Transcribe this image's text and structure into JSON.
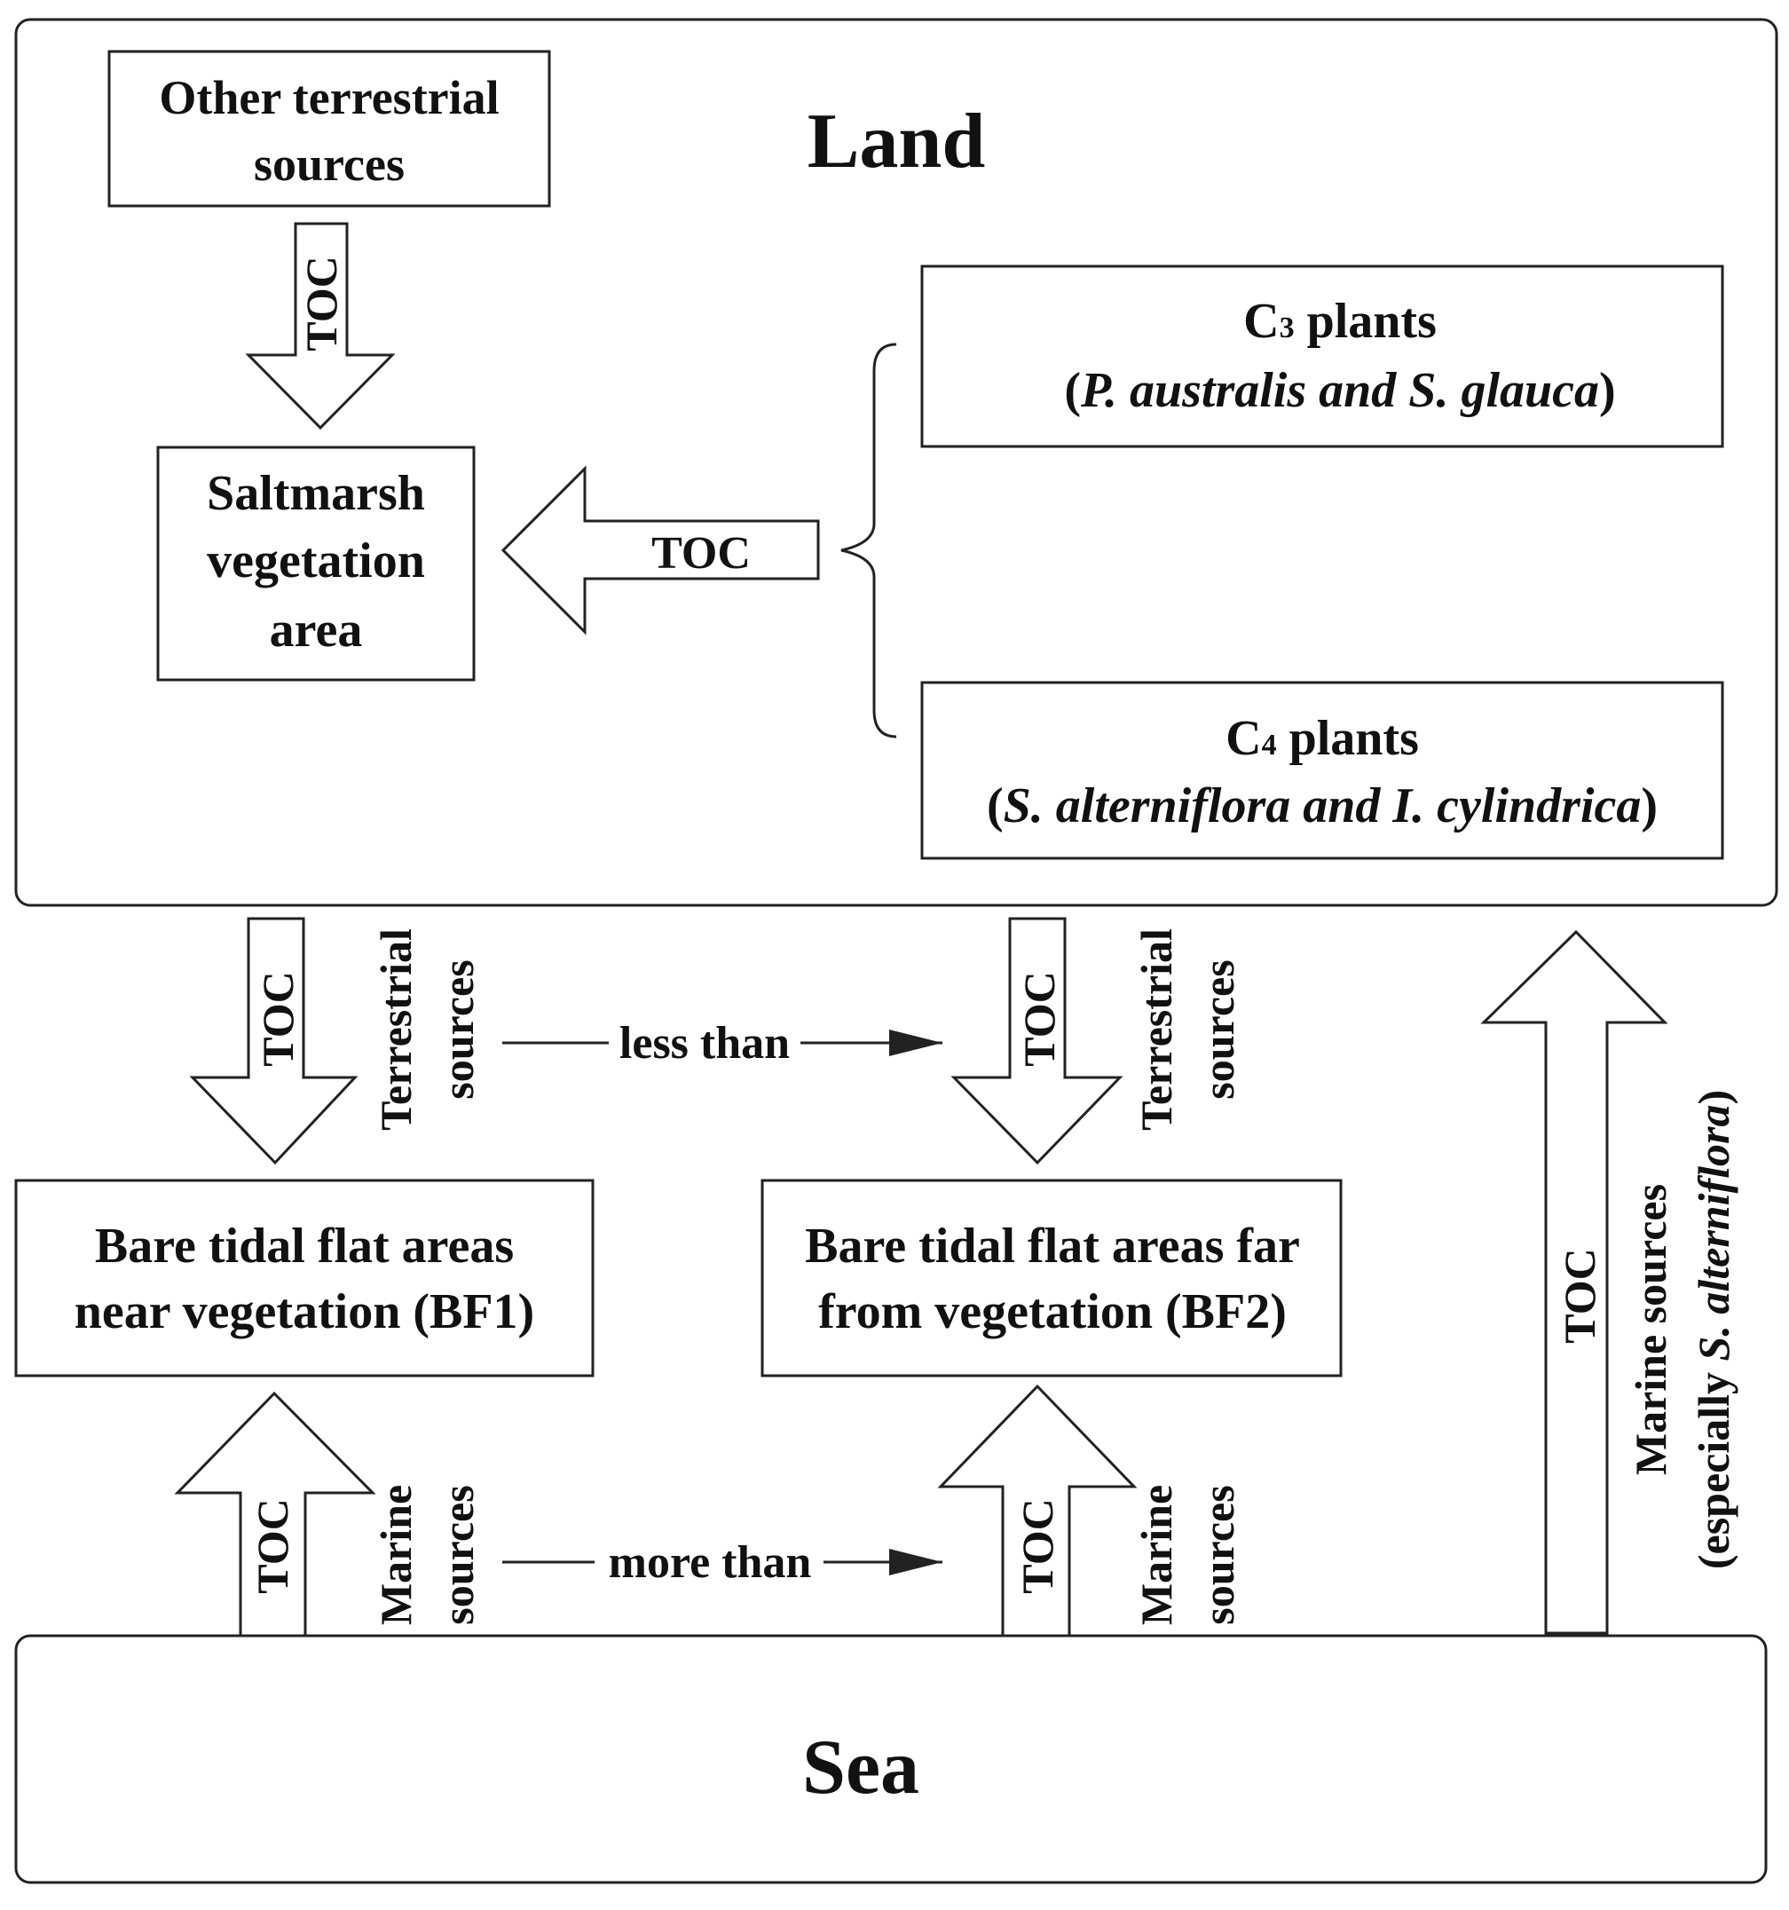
{
  "regions": {
    "land": "Land",
    "sea": "Sea"
  },
  "boxes": {
    "other_terrestrial": [
      "Other terrestrial",
      "sources"
    ],
    "saltmarsh": [
      "Saltmarsh",
      "vegetation",
      "area"
    ],
    "c3": {
      "title_main": "C",
      "title_sub": "3",
      "title_rest": " plants",
      "species": "P. australis and S. glauca"
    },
    "c4": {
      "title_main": "C",
      "title_sub": "4",
      "title_rest": " plants",
      "species": "S. alterniflora and I. cylindrica"
    },
    "bf1": [
      "Bare tidal flat areas",
      "near vegetation (BF1)"
    ],
    "bf2": [
      "Bare tidal flat areas far",
      "from vegetation (BF2)"
    ]
  },
  "arrows": {
    "toc": "TOC"
  },
  "side_labels": {
    "terrestrial": [
      "Terrestrial",
      "sources"
    ],
    "marine": [
      "Marine",
      "sources"
    ],
    "marine_especially": {
      "line1": "Marine sources",
      "line2_prefix": "(especially ",
      "line2_italic": "S. alterniflora",
      "line2_suffix": ")"
    }
  },
  "comparisons": {
    "terrestrial": "less than",
    "marine": "more than"
  },
  "colors": {
    "stroke": "#222222",
    "fill": "#ffffff",
    "text": "#111111"
  }
}
